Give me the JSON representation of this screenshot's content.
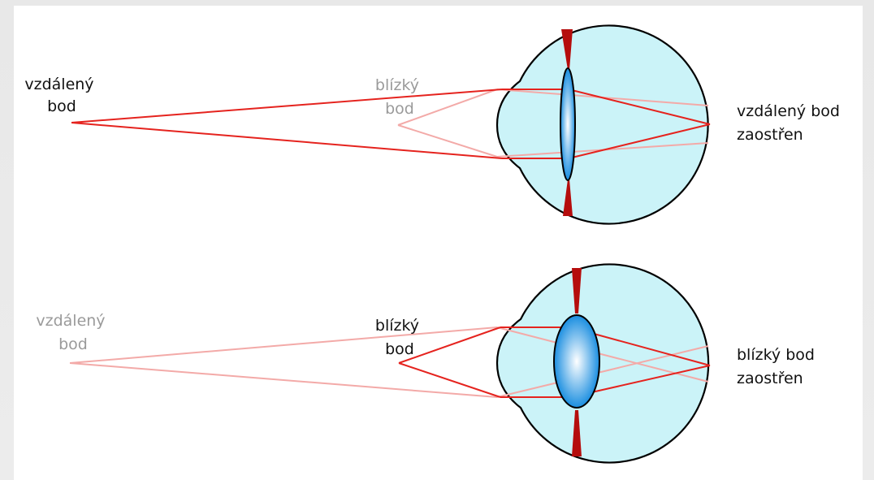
{
  "top_diagram": {
    "far_point_label": [
      "vzdálený",
      "bod"
    ],
    "near_point_label": [
      "blízký",
      "bod"
    ],
    "focus_label": [
      "vzdálený bod",
      "zaostřen"
    ]
  },
  "bottom_diagram": {
    "far_point_label": [
      "vzdálený",
      "bod"
    ],
    "near_point_label": [
      "blízký",
      "bod"
    ],
    "focus_label": [
      "blízký bod",
      "zaostřen"
    ]
  },
  "colors": {
    "active_ray": "#e5231e",
    "inactive_ray": "#f3aaa8",
    "eye_fill": "#cbf3f8",
    "lens_center": "#ffffff",
    "lens_edge": "#1a8ee0",
    "iris": "#b50d0d",
    "active_text": "#111111",
    "inactive_text": "#9a9a9a"
  }
}
